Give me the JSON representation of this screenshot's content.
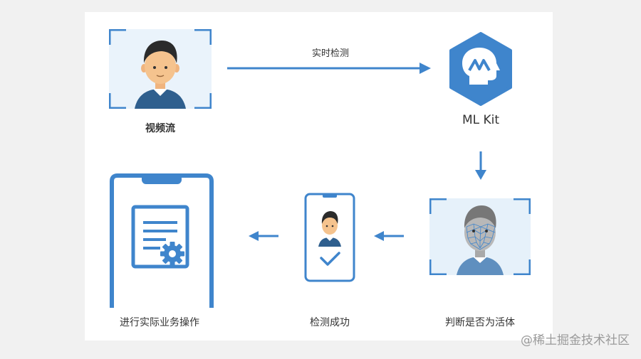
{
  "diagram": {
    "step_video_stream": "视频流",
    "edge_realtime_detect": "实时检测",
    "step_ml_kit": "ML Kit",
    "step_liveness_judge": "判断是否为活体",
    "step_detect_success": "检测成功",
    "step_business_ops": "进行实际业务操作"
  },
  "watermark": "@稀土掘金技术社区",
  "colors": {
    "accent": "#3f85cc",
    "frame_bg": "#eaf3fb",
    "face_skin": "#f5c38e",
    "hair": "#2b2b2b",
    "shirt": "#2f5f8e"
  }
}
